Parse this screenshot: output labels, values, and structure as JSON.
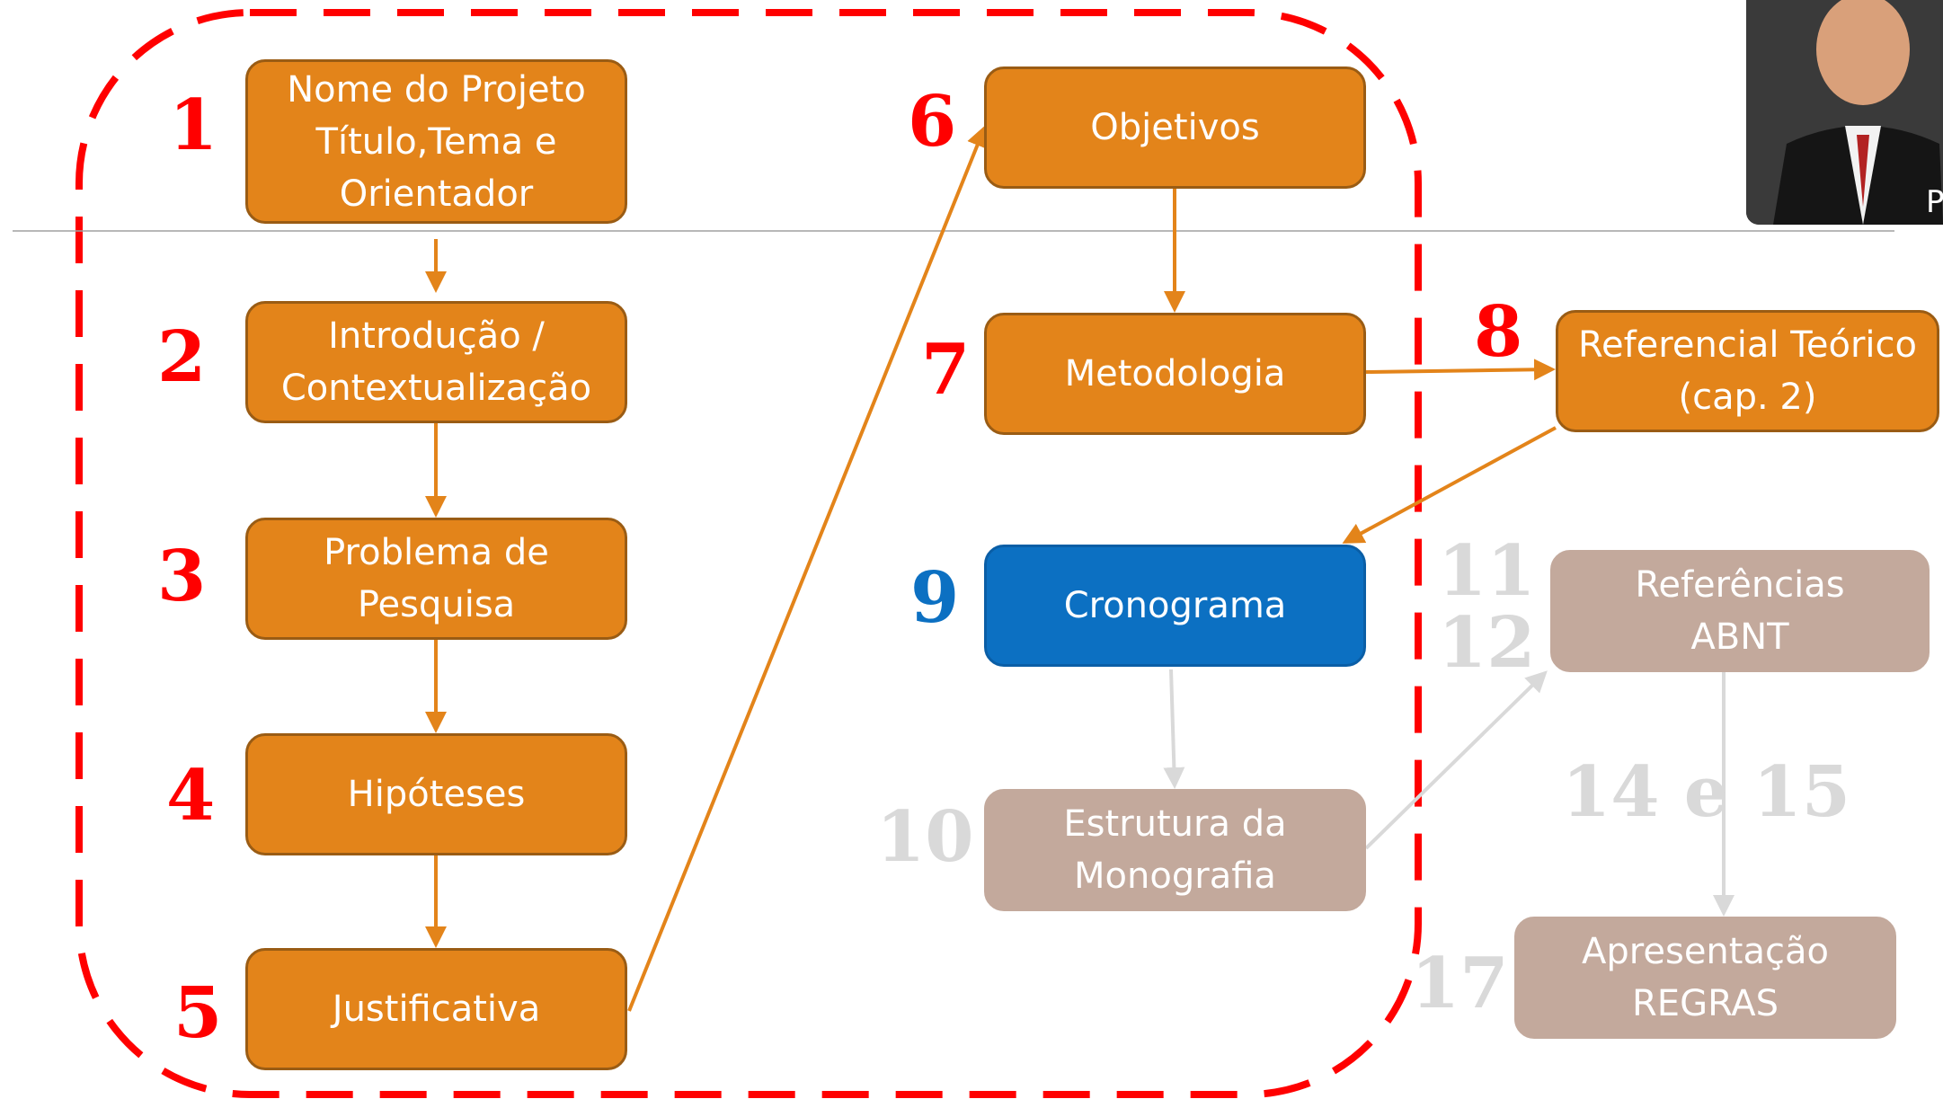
{
  "colors": {
    "orange": "#e3841a",
    "blue": "#0c70c2",
    "taupe": "#c3a99c",
    "red_dash": "#ff0000",
    "step_red": "#ff0000",
    "step_grey": "#d9d9d9",
    "arrow_orange": "#e3841a",
    "arrow_grey": "#d9d9d9"
  },
  "steps": [
    {
      "id": "s1",
      "number": "1",
      "label": "Nome do Projeto\nTítulo,Tema e\nOrientador",
      "style": "orange"
    },
    {
      "id": "s2",
      "number": "2",
      "label": "Introdução /\nContextualização",
      "style": "orange"
    },
    {
      "id": "s3",
      "number": "3",
      "label": "Problema de\nPesquisa",
      "style": "orange"
    },
    {
      "id": "s4",
      "number": "4",
      "label": "Hipóteses",
      "style": "orange"
    },
    {
      "id": "s5",
      "number": "5",
      "label": "Justificativa",
      "style": "orange"
    },
    {
      "id": "s6",
      "number": "6",
      "label": "Objetivos",
      "style": "orange"
    },
    {
      "id": "s7",
      "number": "7",
      "label": "Metodologia",
      "style": "orange"
    },
    {
      "id": "s8",
      "number": "8",
      "label": "Referencial Teórico\n(cap. 2)",
      "style": "orange"
    },
    {
      "id": "s9",
      "number": "9",
      "label": "Cronograma",
      "style": "blue"
    },
    {
      "id": "s10",
      "number": "10",
      "label": "Estrutura da\nMonografia",
      "style": "taupe"
    },
    {
      "id": "s11",
      "number": "11\n12",
      "label": "Referências\nABNT",
      "style": "taupe"
    },
    {
      "id": "s17",
      "number": "17",
      "label": "Apresentação\nREGRAS",
      "style": "taupe"
    }
  ],
  "floating_number": "14 e 15",
  "edges": [
    {
      "from": "s1",
      "to": "s2",
      "color": "orange"
    },
    {
      "from": "s2",
      "to": "s3",
      "color": "orange"
    },
    {
      "from": "s3",
      "to": "s4",
      "color": "orange"
    },
    {
      "from": "s4",
      "to": "s5",
      "color": "orange"
    },
    {
      "from": "s5",
      "to": "s6",
      "color": "orange"
    },
    {
      "from": "s6",
      "to": "s7",
      "color": "orange"
    },
    {
      "from": "s7",
      "to": "s8",
      "color": "orange"
    },
    {
      "from": "s8",
      "to": "s9",
      "color": "orange"
    },
    {
      "from": "s9",
      "to": "s10",
      "color": "grey"
    },
    {
      "from": "s10",
      "to": "s11",
      "color": "grey"
    },
    {
      "from": "s11",
      "to": "s17",
      "color": "grey"
    }
  ],
  "photo": {
    "caption": "P"
  }
}
